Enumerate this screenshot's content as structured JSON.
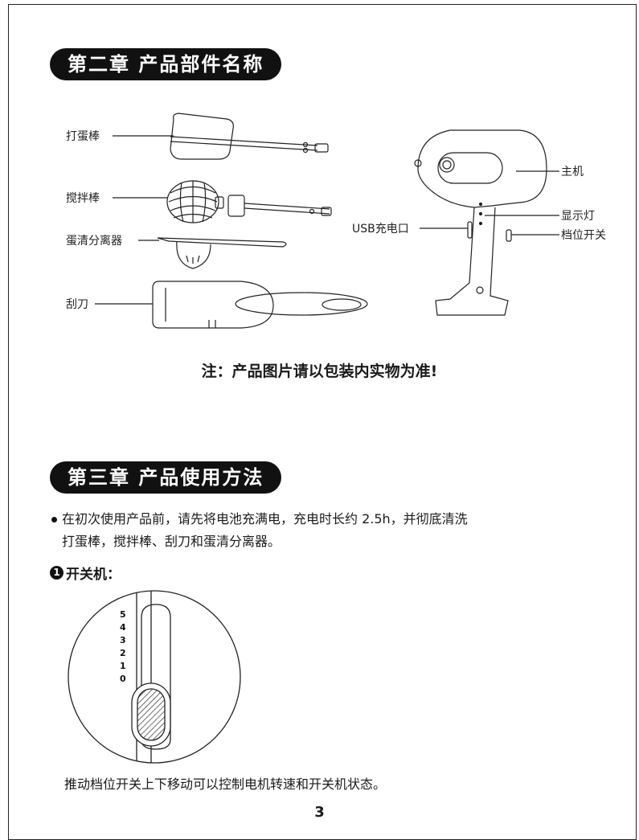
{
  "chapter2": {
    "title": "第二章  产品部件名称"
  },
  "parts": {
    "whisk": "打蛋棒",
    "balloon_whisk": "搅拌棒",
    "separator": "蛋清分离器",
    "scraper": "刮刀",
    "main_unit": "主机",
    "indicator": "显示灯",
    "usb_port": "USB充电口",
    "speed_switch": "档位开关"
  },
  "note": "注：产品图片请以包装内实物为准!",
  "chapter3": {
    "title": "第三章  产品使用方法"
  },
  "instructions": {
    "line1": "在初次使用产品前，请先将电池充满电，充电时长约 2.5h，并彻底清洗",
    "line2": "打蛋棒，搅拌棒、刮刀和蛋清分离器。"
  },
  "section1": {
    "number": "1",
    "title": "开关机："
  },
  "speed_levels": [
    "5",
    "4",
    "3",
    "2",
    "1",
    "0"
  ],
  "switch_caption": "推动档位开关上下移动可以控制电机转速和开关机状态。",
  "page_number": "3"
}
